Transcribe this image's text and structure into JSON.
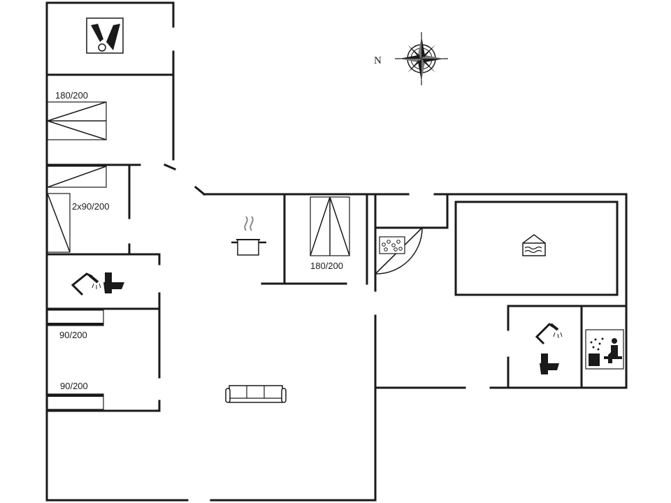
{
  "compass": {
    "north_label": "N"
  },
  "bed_labels": {
    "double_bed_top": "180/200",
    "twin_beds": "2x90/200",
    "double_bed_middle": "180/200",
    "single_bed_upper": "90/200",
    "single_bed_lower": "90/200"
  },
  "icons": [
    "utility-room-icon",
    "compass-rose-icon",
    "kitchen-pot-icon",
    "whirlpool-icon",
    "pool-icon",
    "shower-icon",
    "toilet-icon",
    "sauna-icon",
    "sofa-icon"
  ],
  "colors": {
    "walls": "#1a1a1a",
    "background": "#ffffff"
  }
}
